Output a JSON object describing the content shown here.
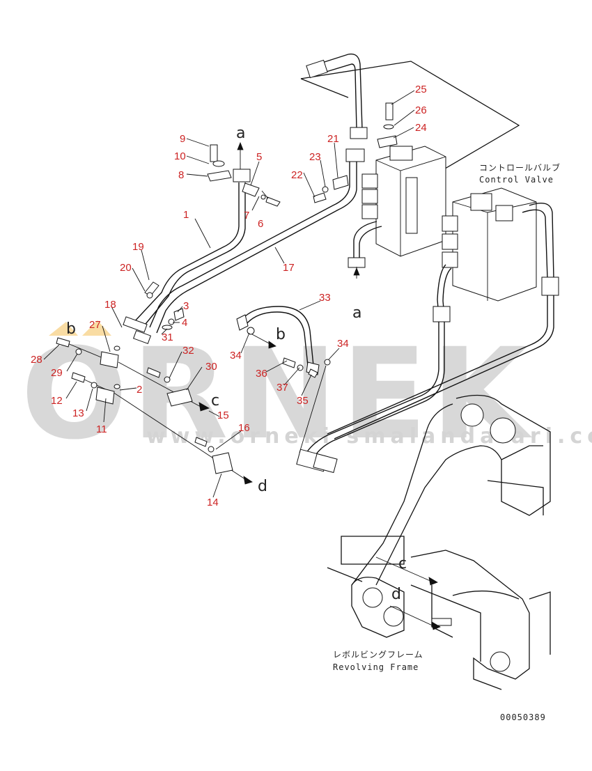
{
  "watermark": {
    "brand": "ORNEK",
    "url": "www.orneki smalandalari.com.tr",
    "brand_color": "#d8d8d8",
    "accent_color": "#f2b233"
  },
  "labels": {
    "control_valve_jp": "コントロールバルブ",
    "control_valve_en": "Control Valve",
    "frame_jp": "レボルビングフレーム",
    "frame_en": "Revolving Frame",
    "drawing_number": "00050389"
  },
  "callouts": [
    "1",
    "2",
    "3",
    "4",
    "5",
    "6",
    "7",
    "8",
    "9",
    "10",
    "11",
    "12",
    "13",
    "14",
    "15",
    "16",
    "17",
    "18",
    "19",
    "20",
    "21",
    "22",
    "23",
    "24",
    "25",
    "26",
    "27",
    "28",
    "29",
    "30",
    "31",
    "32",
    "33",
    "34",
    "34",
    "35",
    "36",
    "37"
  ],
  "letters": [
    "a",
    "a",
    "b",
    "b",
    "c",
    "c",
    "d",
    "d"
  ],
  "colors": {
    "callout": "#cc2222",
    "ink": "#111111"
  }
}
